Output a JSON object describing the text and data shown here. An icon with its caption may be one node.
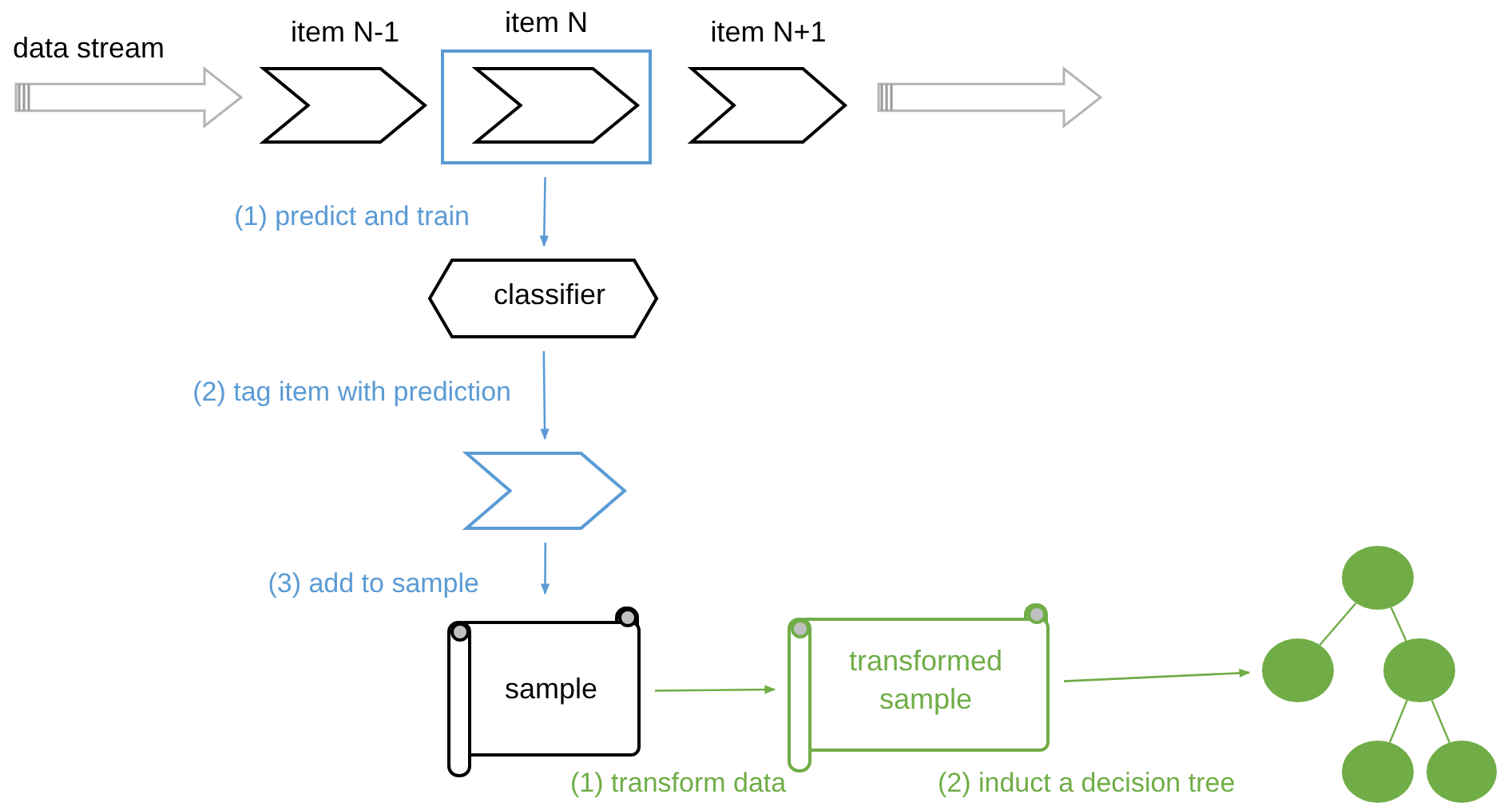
{
  "diagram": {
    "nodes": [
      {
        "text": [
          "data stream"
        ]
      },
      {
        "text": [
          "item N-1"
        ]
      },
      {
        "text": [
          "item N"
        ]
      },
      {
        "text": [],
        "shape": "chevron",
        "in": 2
      },
      {
        "text": [
          "item N+1"
        ]
      },
      {
        "text": [],
        "shape": "arrow"
      },
      {
        "text": [
          "classifier"
        ]
      },
      {
        "text": [],
        "shape": "chevron"
      },
      {
        "text": [
          "sample"
        ]
      },
      {
        "text": [
          "transformed sample"
        ]
      },
      {
        "text": [],
        "shape": "circle"
      },
      {
        "text": [],
        "shape": "circle"
      },
      {
        "text": [],
        "shape": "circle"
      },
      {
        "text": [],
        "shape": "circle"
      },
      {
        "text": [],
        "shape": "circle"
      }
    ],
    "edges": [
      {
        "from": 2,
        "to": 6,
        "arrow": "to",
        "label": "(1) predict and train",
        "color": "#5b9bd5"
      },
      {
        "from": 6,
        "to": 7,
        "arrow": "to",
        "label": "(2) tag item with prediction",
        "color": "#5b9bd5"
      },
      {
        "from": 7,
        "to": 8,
        "arrow": "to",
        "label": "(3) add to sample",
        "color": "#5b9bd5"
      },
      {
        "from": 8,
        "to": 9,
        "arrow": "to",
        "label": "(1) transform data"
      },
      {
        "from": 9,
        "to": 11,
        "arrow": "to",
        "label": "(2) induct a decision tree"
      },
      {
        "from": 10,
        "to": 11,
        "arrow": "none"
      },
      {
        "from": 10,
        "to": 12,
        "arrow": "none"
      },
      {
        "from": 12,
        "to": 13,
        "arrow": "none"
      },
      {
        "from": 12,
        "to": 14,
        "arrow": "none"
      }
    ]
  }
}
